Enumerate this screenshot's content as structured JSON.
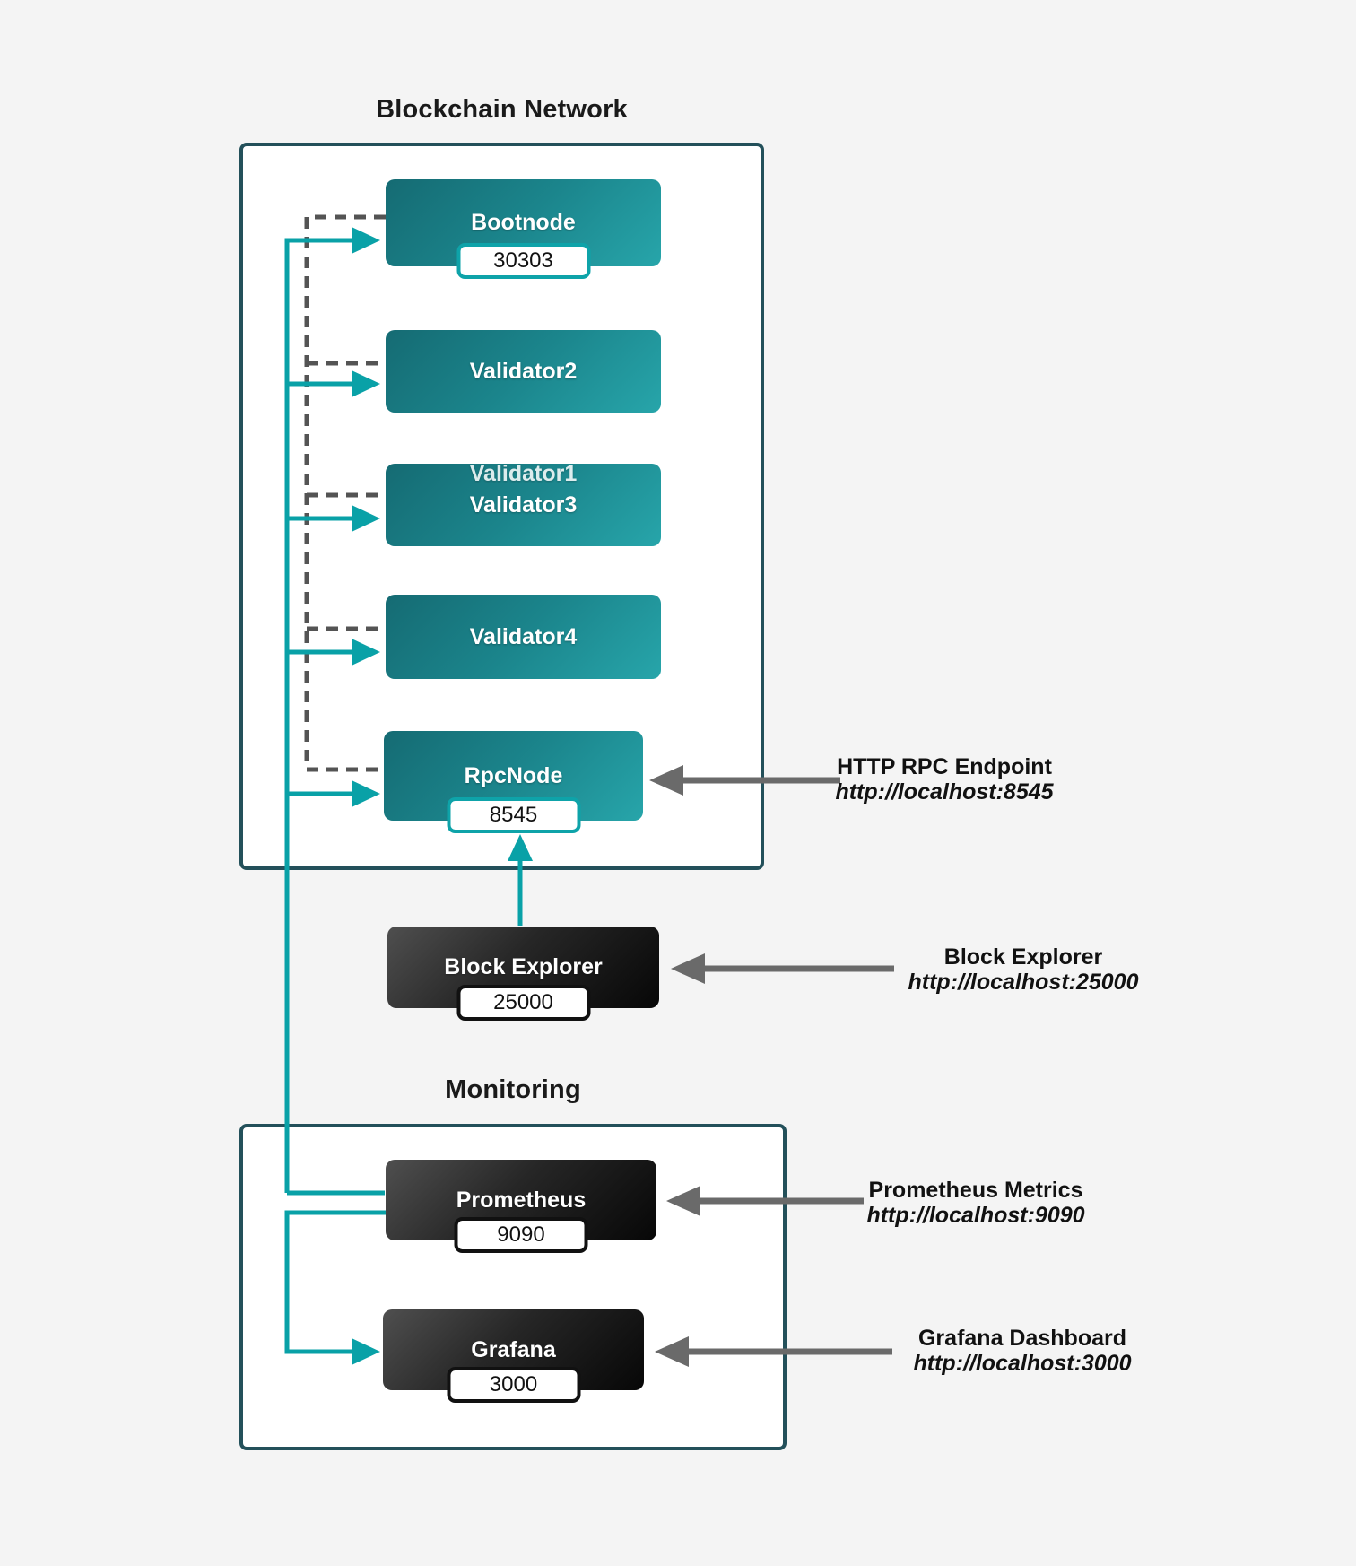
{
  "blockchain_network": {
    "title": "Blockchain Network",
    "nodes": [
      {
        "id": "bootnode",
        "label": "Bootnode",
        "port": "30303"
      },
      {
        "id": "validator2",
        "label": "Validator2"
      },
      {
        "id": "validator3",
        "label": "Validator3",
        "hidden_node_behind": "Validator1"
      },
      {
        "id": "validator4",
        "label": "Validator4"
      },
      {
        "id": "rpcnode",
        "label": "RpcNode",
        "port": "8545"
      }
    ],
    "hidden_peek_label": "Validator1"
  },
  "block_explorer": {
    "label": "Block Explorer",
    "port": "25000"
  },
  "monitoring": {
    "title": "Monitoring",
    "nodes": [
      {
        "id": "prometheus",
        "label": "Prometheus",
        "port": "9090"
      },
      {
        "id": "grafana",
        "label": "Grafana",
        "port": "3000"
      }
    ]
  },
  "annotations": [
    {
      "id": "http-rpc-endpoint",
      "title": "HTTP RPC Endpoint",
      "url": "http://localhost:8545"
    },
    {
      "id": "block-explorer",
      "title": "Block Explorer",
      "url": "http://localhost:25000"
    },
    {
      "id": "prometheus-metrics",
      "title": "Prometheus Metrics",
      "url": "http://localhost:9090"
    },
    {
      "id": "grafana-dashboard",
      "title": "Grafana Dashboard",
      "url": "http://localhost:3000"
    }
  ],
  "colors": {
    "background": "#f4f4f4",
    "container_border": "#23505a",
    "teal_node_gradient_start": "#156b73",
    "teal_node_gradient_end": "#27a5aa",
    "dark_node_gradient_start": "#4f4f4f",
    "dark_node_gradient_end": "#070707",
    "teal_connector": "#09a1a7",
    "dashed_connector": "#545454",
    "annotation_arrow": "#6a6a6a",
    "port_badge_border_teal": "#0ea3a9",
    "port_badge_border_dark": "#111111"
  }
}
